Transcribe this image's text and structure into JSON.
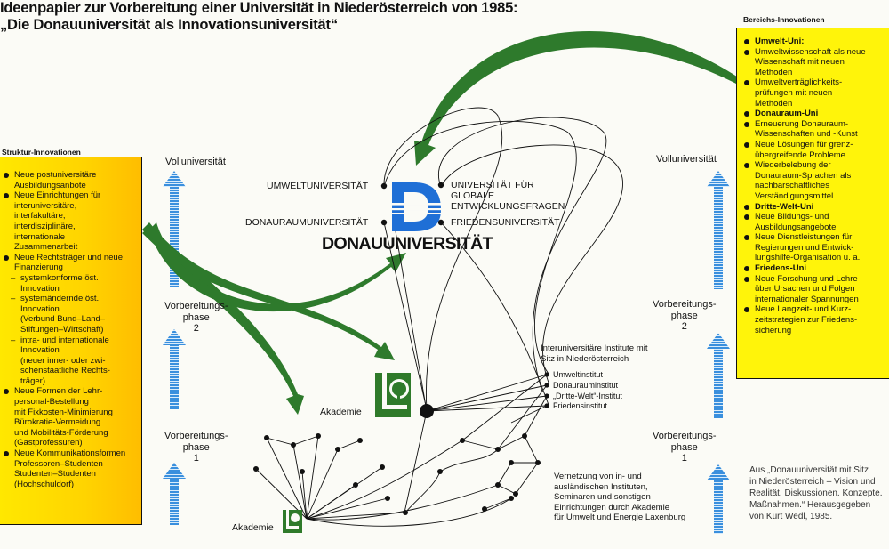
{
  "title_line1": "Ideenpapier zur Vorbereitung einer Universität in Niederösterreich von 1985:",
  "title_line2": "„Die Donauuniversität als Innovationsuniversität“",
  "left_panel": {
    "title": "Struktur-Innovationen",
    "items": [
      {
        "type": "b",
        "text": "Neue postuniversitäre"
      },
      {
        "type": "c0",
        "text": "Ausbildungsanbote"
      },
      {
        "type": "b",
        "text": "Neue Einrichtungen für"
      },
      {
        "type": "c0",
        "text": "interuniversitäre,"
      },
      {
        "type": "c0",
        "text": "interfakultäre,"
      },
      {
        "type": "c0",
        "text": "interdisziplinäre,"
      },
      {
        "type": "c0",
        "text": "internationale"
      },
      {
        "type": "c0",
        "text": "Zusammenarbeit"
      },
      {
        "type": "b",
        "text": "Neue Rechtsträger und neue"
      },
      {
        "type": "c0",
        "text": "Finanzierung"
      },
      {
        "type": "d",
        "text": "systemkonforme öst."
      },
      {
        "type": "c",
        "text": "Innovation"
      },
      {
        "type": "d",
        "text": "systemändernde öst."
      },
      {
        "type": "c",
        "text": "Innovation"
      },
      {
        "type": "c",
        "text": "(Verbund Bund–Land–"
      },
      {
        "type": "c",
        "text": "Stiftungen–Wirtschaft)"
      },
      {
        "type": "d",
        "text": "intra- und internationale"
      },
      {
        "type": "c",
        "text": "Innovation"
      },
      {
        "type": "c",
        "text": "(neuer inner- oder zwi-"
      },
      {
        "type": "c",
        "text": "schenstaatliche Rechts-"
      },
      {
        "type": "c",
        "text": "träger)"
      },
      {
        "type": "b",
        "text": "Neue Formen der Lehr-"
      },
      {
        "type": "c0",
        "text": "personal-Bestellung"
      },
      {
        "type": "c0",
        "text": "mit Fixkosten-Minimierung"
      },
      {
        "type": "c0",
        "text": "Bürokratie-Vermeidung"
      },
      {
        "type": "c0",
        "text": "und Mobilitäts-Förderung"
      },
      {
        "type": "c0",
        "text": "(Gastprofessuren)"
      },
      {
        "type": "b",
        "text": "Neue Kommunikationsformen"
      },
      {
        "type": "c0",
        "text": "Professoren–Studenten"
      },
      {
        "type": "c0",
        "text": "Studenten–Studenten"
      },
      {
        "type": "c0",
        "text": "(Hochschuldorf)"
      }
    ]
  },
  "right_panel": {
    "title": "Bereichs-Innovationen",
    "items": [
      {
        "type": "h",
        "text": "Umwelt-Uni:"
      },
      {
        "type": "b",
        "text": "Umweltwissenschaft als neue"
      },
      {
        "type": "c0",
        "text": "Wissenschaft mit neuen"
      },
      {
        "type": "c0",
        "text": "Methoden"
      },
      {
        "type": "b",
        "text": "Umweltverträglichkeits-"
      },
      {
        "type": "c0",
        "text": "prüfungen mit neuen"
      },
      {
        "type": "c0",
        "text": "Methoden"
      },
      {
        "type": "h",
        "text": "Donauraum-Uni"
      },
      {
        "type": "b",
        "text": "Erneuerung Donauraum-"
      },
      {
        "type": "c0",
        "text": "Wissenschaften und -Kunst"
      },
      {
        "type": "b",
        "text": "Neue Lösungen für grenz-"
      },
      {
        "type": "c0",
        "text": "übergreifende Probleme"
      },
      {
        "type": "b",
        "text": "Wiederbelebung der"
      },
      {
        "type": "c0",
        "text": "Donauraum-Sprachen als"
      },
      {
        "type": "c0",
        "text": "nachbarschaftliches"
      },
      {
        "type": "c0",
        "text": "Verständigungsmittel"
      },
      {
        "type": "h",
        "text": "Dritte-Welt-Uni"
      },
      {
        "type": "b",
        "text": "Neue Bildungs- und"
      },
      {
        "type": "c0",
        "text": "Ausbildungsangebote"
      },
      {
        "type": "b",
        "text": "Neue Dienstleistungen für"
      },
      {
        "type": "c0",
        "text": "Regierungen und Entwick-"
      },
      {
        "type": "c0",
        "text": "lungshilfe-Organisation u. a."
      },
      {
        "type": "h",
        "text": "Friedens-Uni"
      },
      {
        "type": "b",
        "text": "Neue Forschung und Lehre"
      },
      {
        "type": "c0",
        "text": "über Ursachen und Folgen"
      },
      {
        "type": "c0",
        "text": "internationaler Spannungen"
      },
      {
        "type": "b",
        "text": "Neue Langzeit- und Kurz-"
      },
      {
        "type": "c0",
        "text": "zeitstrategien zur Friedens-"
      },
      {
        "type": "c0",
        "text": "sicherung"
      }
    ]
  },
  "stages_left": {
    "voll": "Volluniversität",
    "vp2": "Vorbereitungs-\nphase\n2",
    "vp1": "Vorbereitungs-\nphase\n1"
  },
  "stages_right": {
    "voll": "Volluniversität",
    "vp2": "Vorbereitungs-\nphase\n2",
    "vp1": "Vorbereitungs-\nphase\n1"
  },
  "uni_labels": {
    "umwelt": "UMWELTUNIVERSITÄT",
    "donauraum": "DONAURAUMUNIVERSITÄT",
    "global": "UNIVERSITÄT FÜR\nGLOBALE\nENTWICKLUNGSFRAGEN",
    "frieden": "FRIEDENSUNIVERSITÄT"
  },
  "brand": "DONAUUNIVERSITÄT",
  "logo_letter": "D",
  "akademie_mid": "Akademie",
  "akademie_bottom": "Akademie",
  "interuni_caption": "Interuniversitäre Institute mit\nSitz in Niederösterreich",
  "institutes": [
    "Umweltinstitut",
    "Donauraum­institut",
    "„Dritte-Welt“-Institut",
    "Friedensinstitut"
  ],
  "network_caption": "Vernetzung von in- und\nausländischen Instituten,\nSeminaren und sonstigen\nEinrichtungen durch Akademie\nfür Umwelt und Energie Laxenburg",
  "source_note": "Aus „Donauuniversität mit Sitz\nin Niederösterreich – Vision und\nRealität. Diskussionen. Konzepte.\nMaßnahmen.“ Herausgegeben\nvon Kurt Wedl, 1985.",
  "colors": {
    "green": "#2f7a2a",
    "yellow": "#ffe800",
    "blue": "#1e6fd0",
    "arrow_blue": "#4a9de0"
  }
}
